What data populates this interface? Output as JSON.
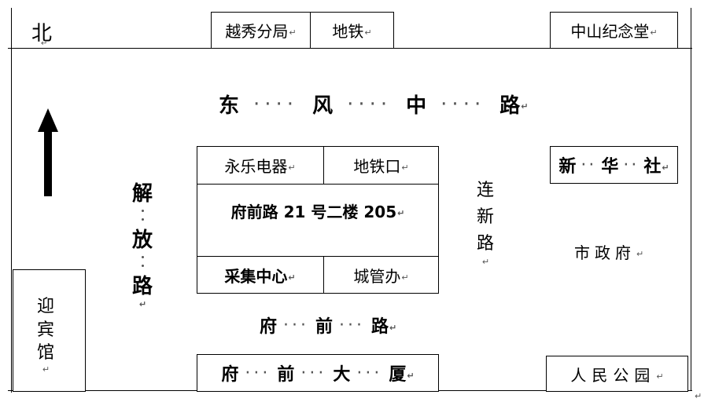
{
  "compass": {
    "north": "北"
  },
  "top_buildings": {
    "yuexiu_police": "越秀分局",
    "metro": "地铁",
    "sun_yat_sen_hall": "中山纪念堂"
  },
  "roads": {
    "dongfeng_middle": [
      "东",
      "风",
      "中",
      "路"
    ],
    "jiefang": [
      "解",
      "放",
      "路"
    ],
    "lianxin": [
      "连",
      "新",
      "路"
    ],
    "fuqian": [
      "府",
      "前",
      "路"
    ]
  },
  "center_block": {
    "yongle_electric": "永乐电器",
    "metro_exit": "地铁口",
    "address": "府前路 21 号二楼 205",
    "collection_center": "采集中心",
    "urban_management": "城管办"
  },
  "right_side": {
    "xinhua": [
      "新",
      "华",
      "社"
    ],
    "city_government": "市政府"
  },
  "left_side": {
    "guesthouse": [
      "迎",
      "宾",
      "馆"
    ]
  },
  "bottom": {
    "fuqian_building": [
      "府",
      "前",
      "大",
      "厦"
    ],
    "peoples_park": "人民公园"
  },
  "paragraph_mark": "↵"
}
